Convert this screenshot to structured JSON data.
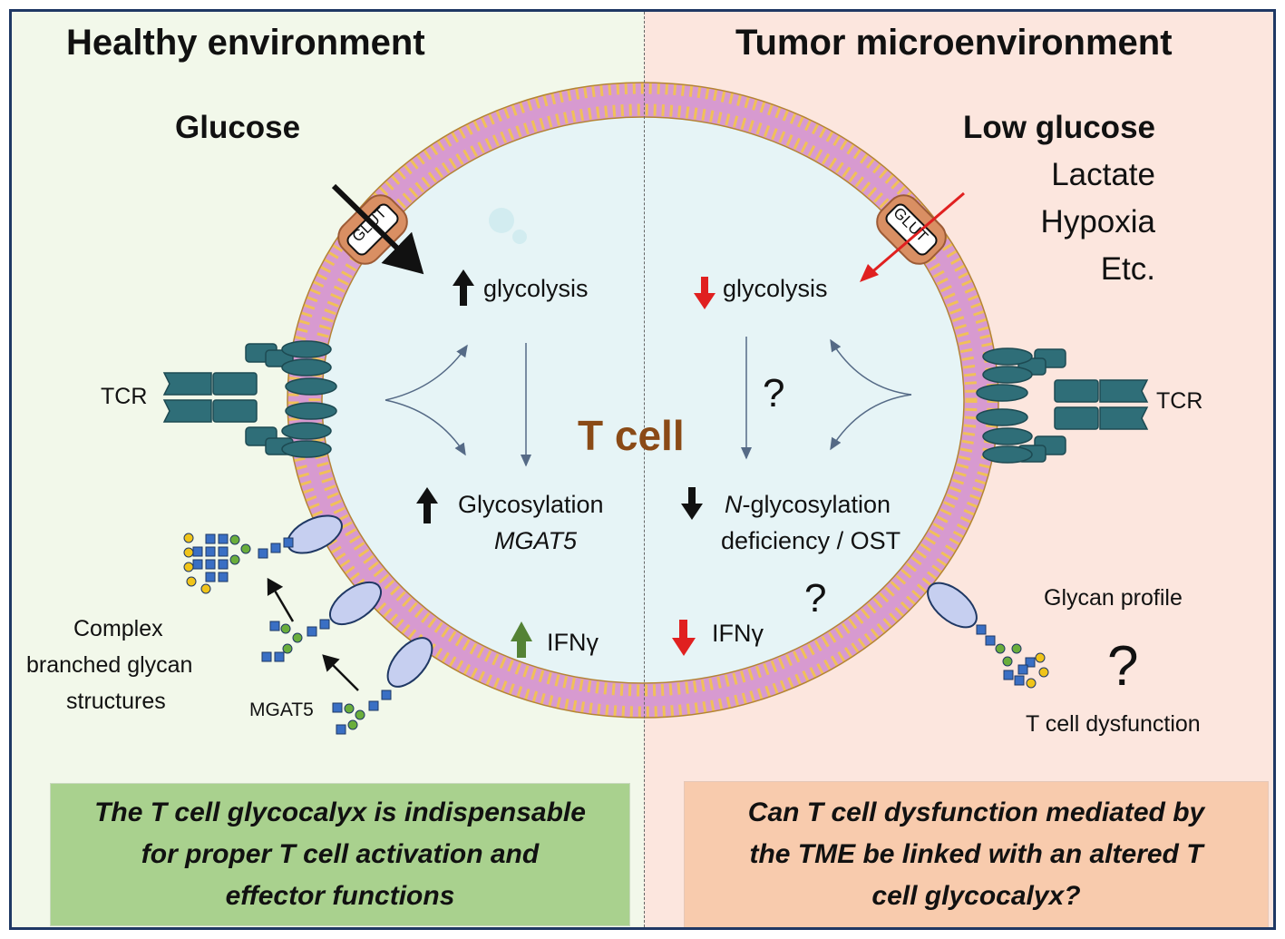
{
  "left_panel": {
    "title": "Healthy environment",
    "nutrient": "Glucose",
    "glut_label": "GLUT",
    "tcr_label": "TCR",
    "glycolysis": "glycolysis",
    "glycosylation_line1": "Glycosylation",
    "glycosylation_line2": "MGAT5",
    "ifng": "IFNγ",
    "glycan_caption_line1": "Complex",
    "glycan_caption_line2": "branched glycan",
    "glycan_caption_line3": "structures",
    "mgat5_label": "MGAT5",
    "conclusion_line1": "The T cell glycocalyx is indispensable",
    "conclusion_line2": "for proper T cell activation and",
    "conclusion_line3": "effector functions"
  },
  "right_panel": {
    "title": "Tumor microenvironment",
    "nutrient": "Low glucose",
    "factor1": "Lactate",
    "factor2": "Hypoxia",
    "factor3": "Etc.",
    "glut_label": "GLUT",
    "tcr_label": "TCR",
    "glycolysis": "glycolysis",
    "glycosylation_prefix": "N",
    "glycosylation_line1": "-glycosylation",
    "glycosylation_line2": "deficiency / OST",
    "question_mark": "?",
    "ifng": "IFNγ",
    "glycan_profile": "Glycan profile",
    "dysfunction": "T cell dysfunction",
    "question_line1": "Can T cell dysfunction mediated by",
    "question_line2": "the TME be linked with an altered T",
    "question_line3": "cell glycocalyx?"
  },
  "center_label": "T cell",
  "colors": {
    "healthy_bg": "#f2f8ea",
    "tumor_bg": "#fce6de",
    "healthy_box": "#a9d18e",
    "tumor_box": "#f8cbad",
    "membrane_head": "#f0c05a",
    "membrane_tail": "#d79ad0",
    "cytoplasm": "#e6f4f6",
    "tcr": "#2f6e78",
    "glut": "#d98f63",
    "up_arrow_green": "#548235",
    "down_arrow_red": "#e02020",
    "t_cell_label": "#8a4a16",
    "glycan_square": "#3a6fc4",
    "glycan_circle_green": "#6aae3c",
    "glycan_circle_yellow": "#f0c419",
    "frame": "#1f3864"
  }
}
